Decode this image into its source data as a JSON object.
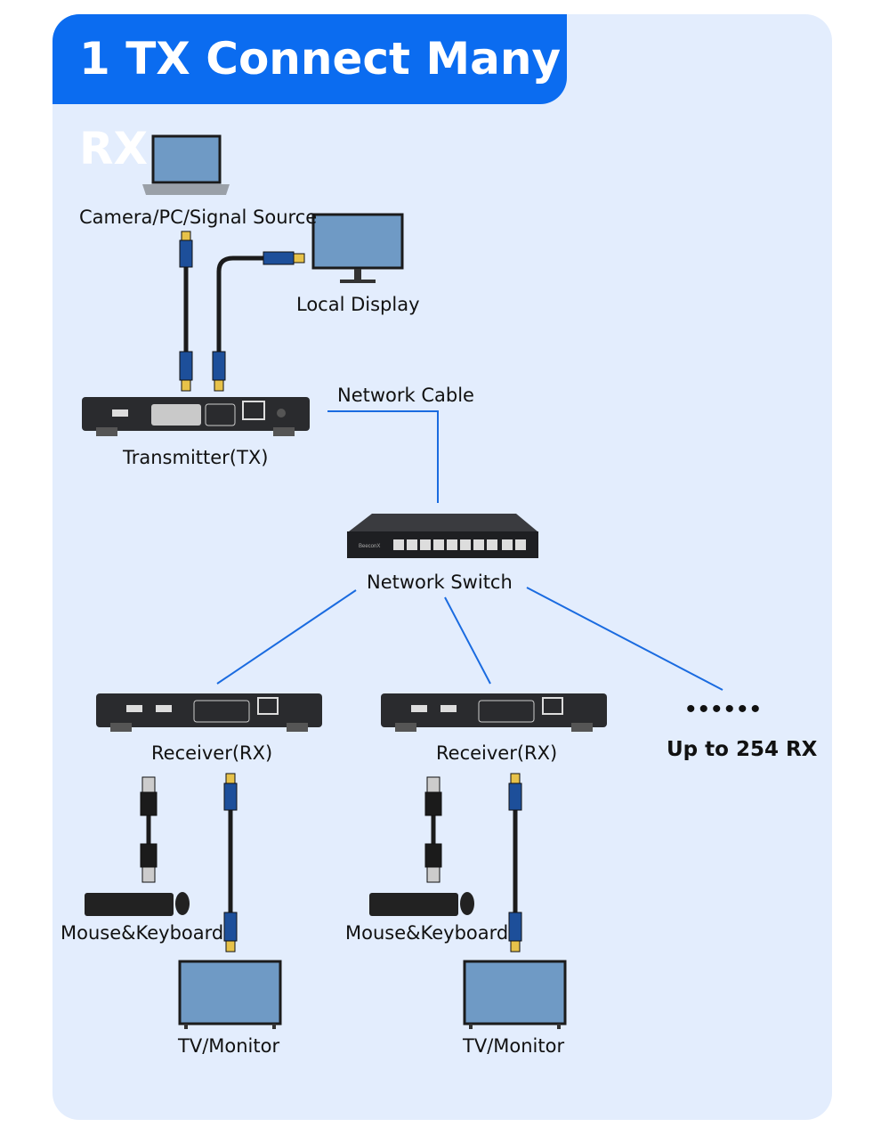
{
  "title": "1 TX Connect Many RX",
  "labels": {
    "source": "Camera/PC/Signal Source",
    "local_display": "Local Display",
    "network_cable": "Network Cable",
    "transmitter": "Transmitter(TX)",
    "switch": "Network Switch",
    "receiver1": "Receiver(RX)",
    "receiver2": "Receiver(RX)",
    "mk1": "Mouse&Keyboard",
    "mk2": "Mouse&Keyboard",
    "tv1": "TV/Monitor",
    "tv2": "TV/Monitor",
    "more": "Up to 254 RX",
    "dots": "••••••"
  },
  "switch_brand": "BeeconX",
  "colors": {
    "accent": "#0b6cf0",
    "line": "#1a6be0",
    "panel": "#e3edfd"
  }
}
